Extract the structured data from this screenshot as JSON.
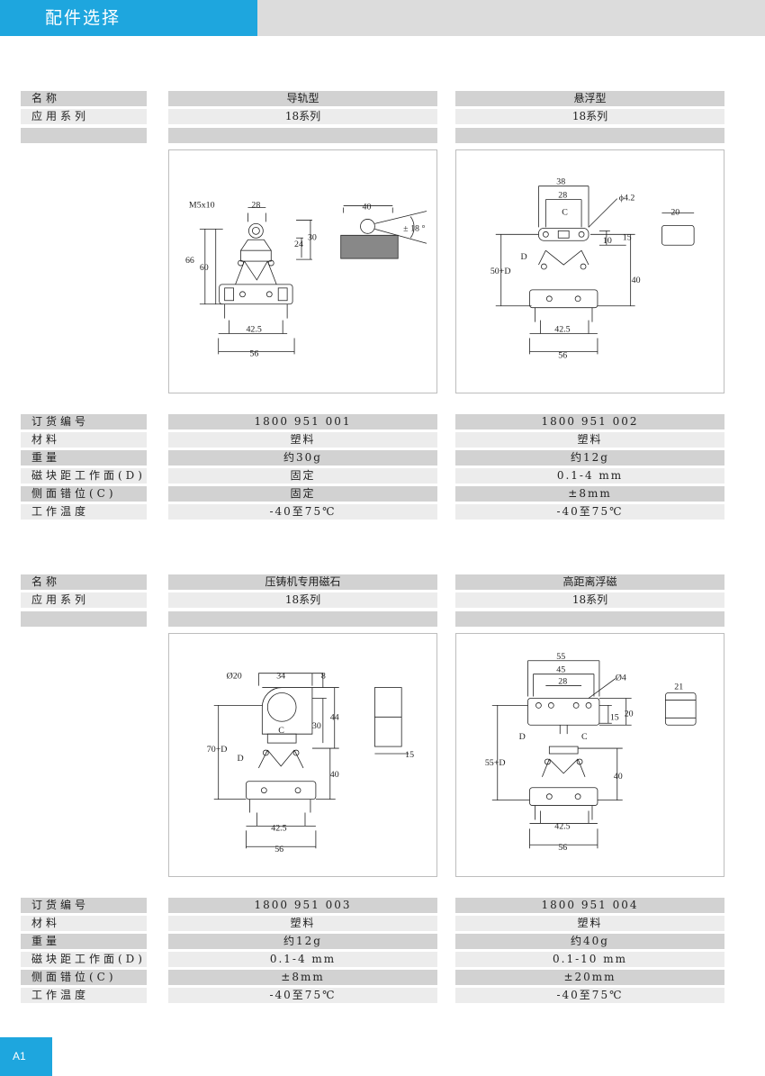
{
  "header": {
    "title": "配件选择"
  },
  "page_tag": "A1",
  "blocks": [
    {
      "name_label": "名称",
      "series_label": "应用系列",
      "products": [
        {
          "name": "导轨型",
          "series": "18系列",
          "order_no": "1800 951 001",
          "material": "塑料",
          "weight": "约30g",
          "distance": "固定",
          "offset": "固定",
          "temperature": "-40至75℃"
        },
        {
          "name": "悬浮型",
          "series": "18系列",
          "order_no": "1800 951 002",
          "material": "塑料",
          "weight": "约12g",
          "distance": "0.1-4 mm",
          "offset": "±8mm",
          "temperature": "-40至75℃"
        }
      ],
      "spec_labels": [
        "订货编号",
        "材料",
        "重量",
        "磁块距工作面(D)",
        "侧面错位(C)",
        "工作温度"
      ]
    },
    {
      "name_label": "名称",
      "series_label": "应用系列",
      "products": [
        {
          "name": "压铸机专用磁石",
          "series": "18系列",
          "order_no": "1800 951 003",
          "material": "塑料",
          "weight": "约12g",
          "distance": "0.1-4 mm",
          "offset": "±8mm",
          "temperature": "-40至75℃"
        },
        {
          "name": "高距离浮磁",
          "series": "18系列",
          "order_no": "1800 951 004",
          "material": "塑料",
          "weight": "约40g",
          "distance": "0.1-10 mm",
          "offset": "±20mm",
          "temperature": "-40至75℃"
        }
      ],
      "spec_labels": [
        "订货编号",
        "材料",
        "重量",
        "磁块距工作面(D)",
        "侧面错位(C)",
        "工作温度"
      ]
    }
  ],
  "drawings": {
    "d1": {
      "m": "M5x10",
      "a": "28",
      "b": "40",
      "h1": "66",
      "h2": "60",
      "h3": "30",
      "h4": "24",
      "ang": "± 18 °",
      "w1": "42.5",
      "w2": "56"
    },
    "d2": {
      "a": "38",
      "b": "28",
      "c": "C",
      "dia": "ϕ4.2",
      "w": "20",
      "h1": "10",
      "h2": "15",
      "d": "D",
      "hd": "50+D",
      "h3": "40",
      "w1": "42.5",
      "w2": "56"
    },
    "d3": {
      "dia": "Ø20",
      "a": "34",
      "b": "8",
      "h1": "30",
      "h2": "44",
      "hd": "70+D",
      "d": "D",
      "c": "C",
      "h3": "40",
      "w": "15",
      "w1": "42.5",
      "w2": "56"
    },
    "d4": {
      "a": "55",
      "b": "45",
      "c2": "28",
      "dia": "Ø4",
      "w": "21",
      "h1": "15",
      "h2": "20",
      "d": "D",
      "c": "C",
      "hd": "55+D",
      "h3": "40",
      "w1": "42.5",
      "w2": "56"
    }
  }
}
